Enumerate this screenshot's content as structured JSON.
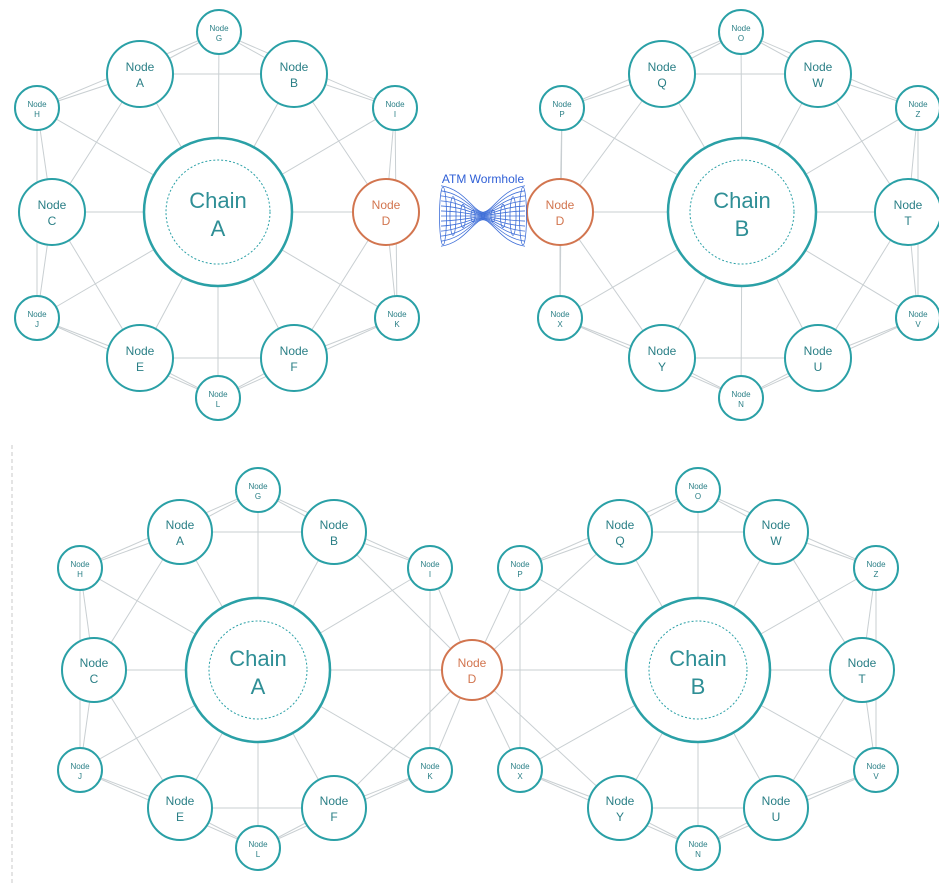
{
  "colors": {
    "teal": "#2aa0a6",
    "highlight": "#d2754f",
    "edge": "#c9cfd2",
    "wormhole": "#2f5fd6"
  },
  "wormhole": {
    "label": "ATM Wormhole",
    "icon": "wormhole-icon"
  },
  "chains": {
    "A": {
      "line1": "Chain",
      "line2": "A"
    },
    "B": {
      "line1": "Chain",
      "line2": "B"
    }
  },
  "node_word": "Node",
  "nodes": {
    "A": "A",
    "B": "B",
    "C": "C",
    "D": "D",
    "E": "E",
    "F": "F",
    "G": "G",
    "H": "H",
    "I": "I",
    "J": "J",
    "K": "K",
    "L": "L",
    "Q": "Q",
    "W": "W",
    "O": "O",
    "P": "P",
    "Z": "Z",
    "T": "T",
    "X": "X",
    "V": "V",
    "Y": "Y",
    "U": "U",
    "N": "N"
  },
  "highlighted_nodes": [
    "D"
  ]
}
